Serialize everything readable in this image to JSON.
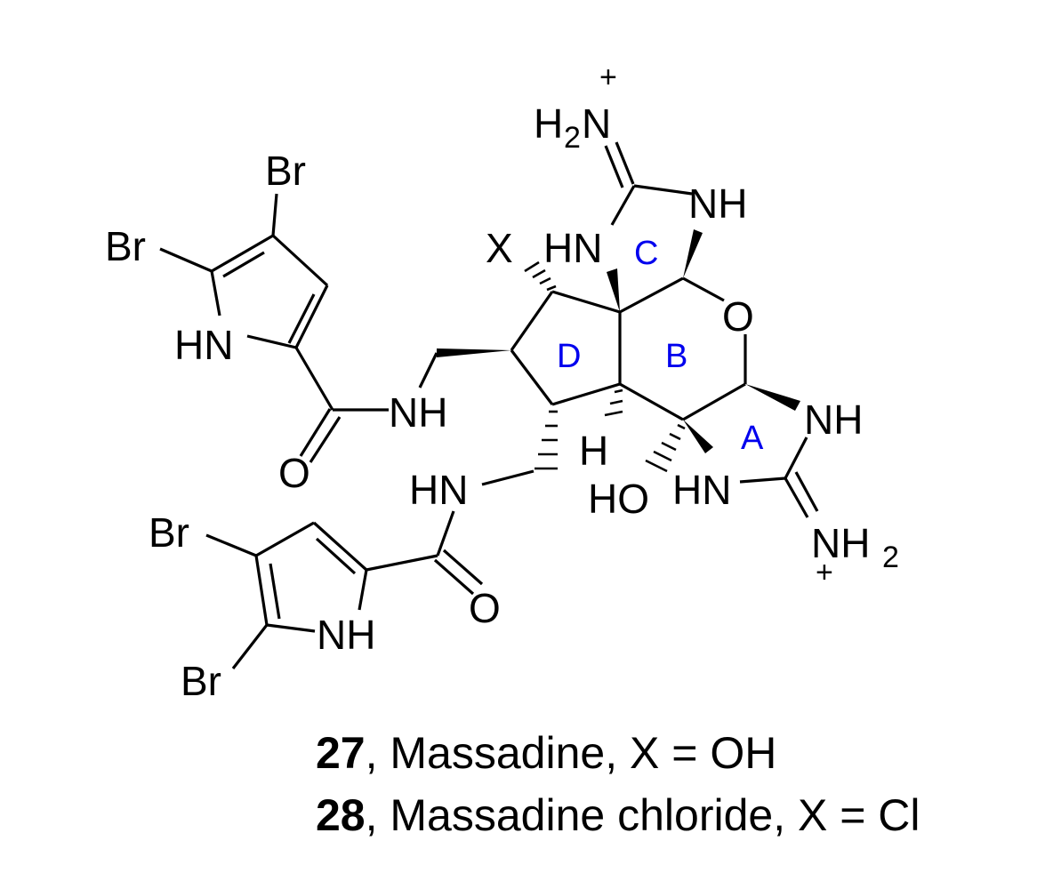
{
  "ring_color": "#0000ee",
  "atoms": {
    "br_top": "Br",
    "br_left": "Br",
    "br_lower_left": "Br",
    "br_lower_bottom": "Br",
    "hn_upper_pyrrole": "HN",
    "nh_upper_amide": "NH",
    "o_upper_amide": "O",
    "hn_lower_amide": "HN",
    "o_lower_amide": "O",
    "nh_lower_pyrrole": "NH",
    "x_group": "X",
    "hn_ring_c": "HN",
    "nh_ring_c": "NH",
    "n_top": "N",
    "h_top": "H",
    "sub_top": "2",
    "charge_top": "+",
    "o_ring_b": "O",
    "nh_ring_a": "NH",
    "hn_ring_a": "HN",
    "n_bottom": "NH",
    "sub_bottom": "2",
    "charge_bottom": "+",
    "h_stereo": "H",
    "ho_group": "HO"
  },
  "rings": {
    "a": "A",
    "b": "B",
    "c": "C",
    "d": "D"
  },
  "captions": [
    {
      "number": "27",
      "text": ", Massadine, X = OH"
    },
    {
      "number": "28",
      "text": ", Massadine chloride, X = Cl"
    }
  ]
}
